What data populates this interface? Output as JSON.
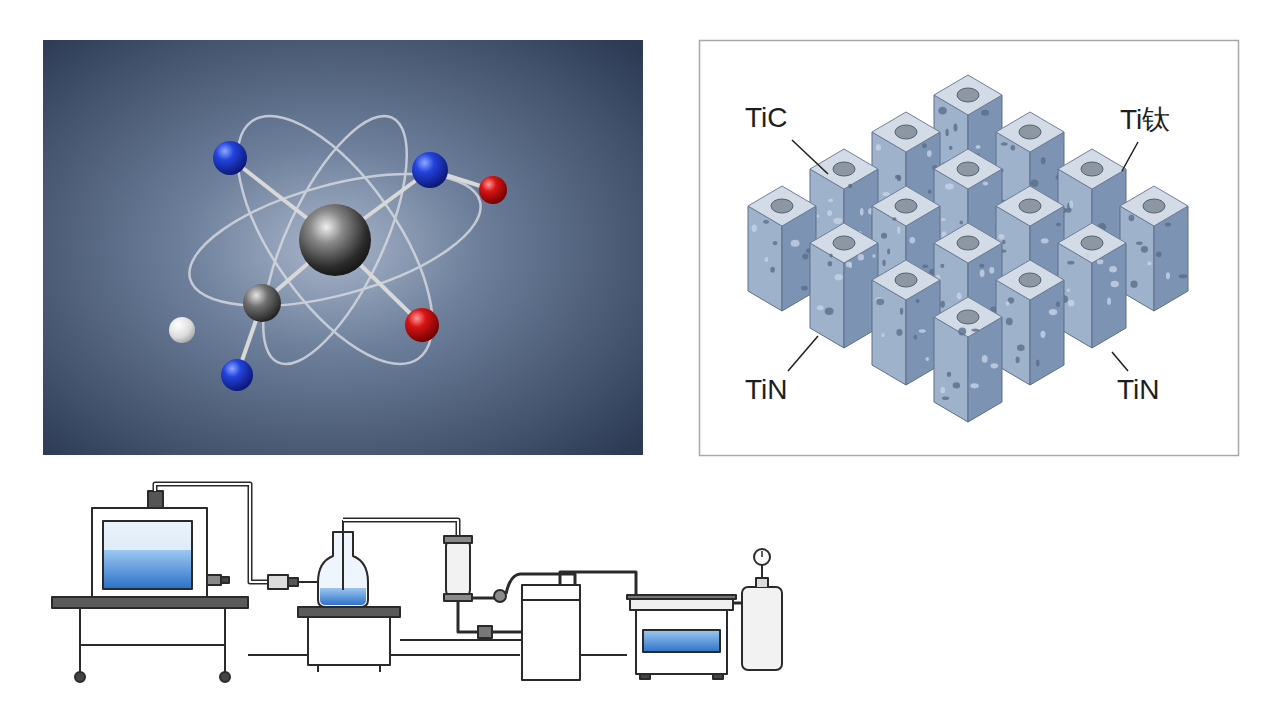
{
  "diagram": {
    "labels": [
      "TiC",
      "Ti钛",
      "TiN",
      "TiN"
    ]
  }
}
